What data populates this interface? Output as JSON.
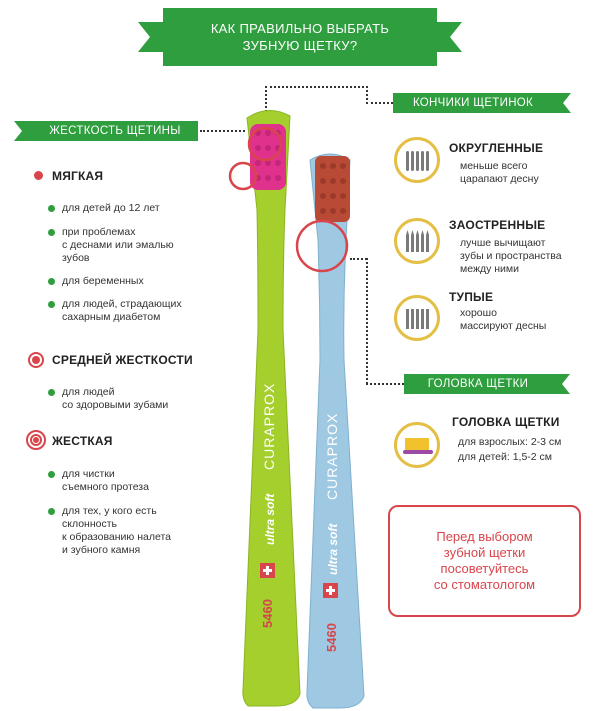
{
  "title": {
    "line1": "КАК ПРАВИЛЬНО ВЫБРАТЬ",
    "line2": "ЗУБНУЮ ЩЕТКУ?"
  },
  "sections": {
    "stiffness": "ЖЕСТКОСТЬ ЩЕТИНЫ",
    "tips": "КОНЧИКИ ЩЕТИНОК",
    "head": "ГОЛОВКА ЩЕТКИ"
  },
  "soft": {
    "title": "МЯГКАЯ",
    "items": [
      "для детей до 12 лет",
      "при проблемах\nс деснами или эмалью\nзубов",
      "для беременных",
      "для людей, страдающих\nсахарным диабетом"
    ]
  },
  "medium": {
    "title": "СРЕДНЕЙ ЖЕСТКОСТИ",
    "items": [
      "для людей\nсо здоровыми зубами"
    ]
  },
  "hard": {
    "title": "ЖЕСТКАЯ",
    "items": [
      "для чистки\nсъемного протеза",
      "для тех, у кого есть\nсклонность\nк образованию налета\nи зубного камня"
    ]
  },
  "tip_types": [
    {
      "title": "ОКРУГЛЕННЫЕ",
      "desc": "меньше всего\nцарапают десну",
      "icon": "rounded-bristles-icon"
    },
    {
      "title": "ЗАОСТРЕННЫЕ",
      "desc": "лучше вычищают\nзубы и пространства\nмежду ними",
      "icon": "pointed-bristles-icon"
    },
    {
      "title": "ТУПЫЕ",
      "desc": "хорошо\nмассируют десны",
      "icon": "blunt-bristles-icon"
    }
  ],
  "head_info": {
    "title": "ГОЛОВКА ЩЕТКИ",
    "adult": "для взрослых: 2-3 см",
    "child": "для детей: 1,5-2 см"
  },
  "advice": {
    "lines": [
      "Перед выбором",
      "зубной щетки",
      "посоветуйтесь",
      "со стоматологом"
    ]
  },
  "brushes": {
    "brand": "CURAPROX",
    "model": "ultra soft",
    "number": "5460"
  },
  "colors": {
    "green": "#2e9e3e",
    "red": "#d8454b",
    "gold": "#e4bf45",
    "brush_green": "#a4cf2d",
    "brush_blue": "#9fc9e2",
    "bristle_pink": "#e0318d",
    "bristle_brown": "#b84a36"
  }
}
